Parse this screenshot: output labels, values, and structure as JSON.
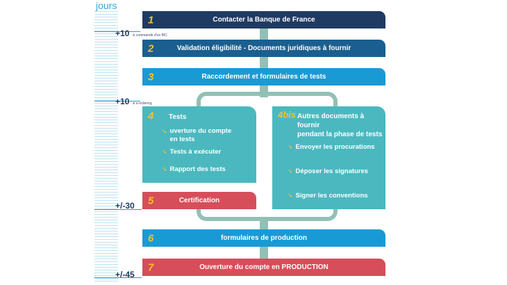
{
  "axis": {
    "unit_label": "jours"
  },
  "milestones": [
    {
      "value": "+10",
      "note": "si commande d'un BIC"
    },
    {
      "value": "+10",
      "note": "si e-ordering"
    },
    {
      "value": "+/-30",
      "note": ""
    },
    {
      "value": "+/-45",
      "note": ""
    }
  ],
  "steps": [
    {
      "number": "1",
      "label": "Contacter la Banque de France",
      "color": "#1f3b63"
    },
    {
      "number": "2",
      "label": "Validation éligibilité - Documents juridiques à fournir",
      "color": "#1a5f8f"
    },
    {
      "number": "3",
      "label": "Raccordement et formulaires de tests",
      "color": "#1a9ad4"
    },
    {
      "number": "6",
      "label": "formulaires de production",
      "color": "#1a9ad4"
    },
    {
      "number": "7",
      "label": "Ouverture du compte en PRODUCTION",
      "color": "#d64e5a"
    }
  ],
  "tests_panel": {
    "number": "4",
    "title": "Tests",
    "items": [
      "uverture du compte\nen tests",
      "Tests à exécuter",
      "Rapport des tests"
    ],
    "color": "#4bb8bf"
  },
  "certification": {
    "number": "5",
    "label": "Certification",
    "color": "#d64e5a"
  },
  "docs_panel": {
    "number": "4bis",
    "title": "Autres documents à fournir\npendant la phase de tests",
    "items": [
      "Envoyer les procurations",
      "Déposer les signatures",
      "Signer les conventions"
    ],
    "color": "#4bb8bf"
  },
  "colors": {
    "accent_number": "#f6c22b",
    "connector": "#93c0b5",
    "axis": "#1c9fd2"
  }
}
